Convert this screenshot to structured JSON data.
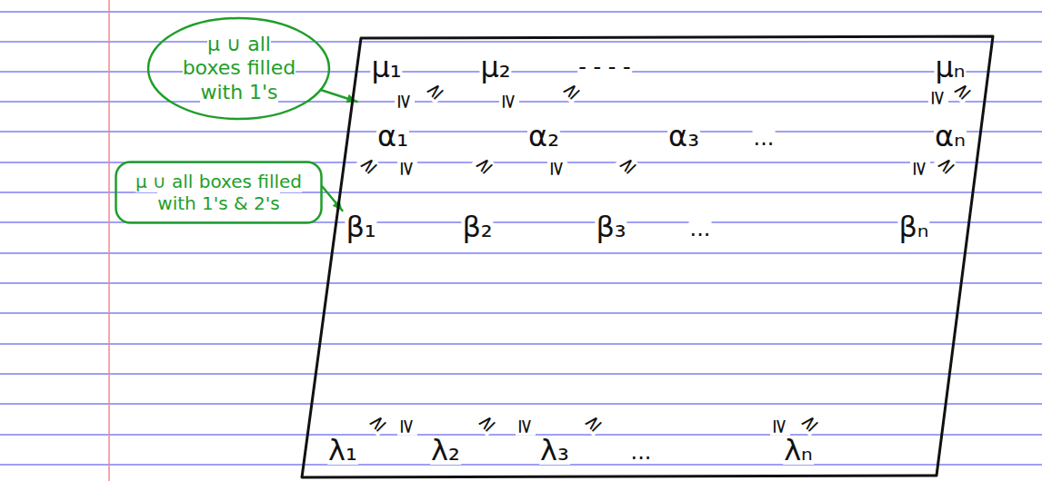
{
  "diagram": {
    "nodes": [
      {
        "text": [
          "μ ∪ all boxes filled with 1's"
        ]
      },
      {
        "text": [
          "μ ∪ all boxes filled with 1's & 2's"
        ]
      },
      {
        "text": [
          "μ₁",
          "μ₂",
          "- - - -",
          "μₙ",
          "≥",
          "≥",
          "≥",
          "≥",
          "≥",
          "≥",
          "α₁",
          "α₂",
          "α₃",
          "...",
          "αₙ",
          "≥",
          "≥",
          "≥",
          "≥",
          "≥",
          "≥",
          "≥",
          "β₁",
          "β₂",
          "β₃",
          "...",
          "βₙ",
          "≥",
          "≥",
          "≥",
          "≥",
          "≥",
          "≥",
          "≥",
          "λ₁",
          "λ₂",
          "λ₃",
          "...",
          "λₙ"
        ]
      }
    ],
    "edges": [
      {
        "from": 0,
        "to": 2,
        "arrow": "to"
      },
      {
        "from": 1,
        "to": 2,
        "arrow": "to"
      }
    ]
  }
}
